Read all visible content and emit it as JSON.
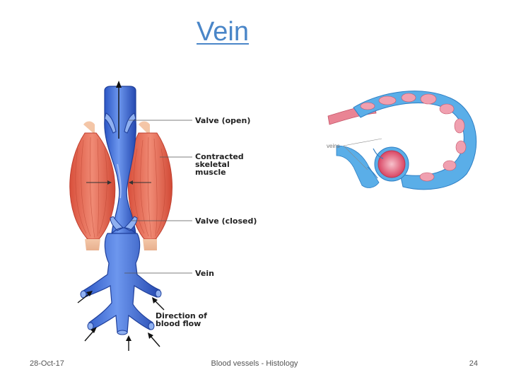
{
  "slide": {
    "title": "Vein"
  },
  "diagram_main": {
    "labels": {
      "valve_open": "Valve (open)",
      "contracted_line1": "Contracted",
      "contracted_line2": "skeletal",
      "contracted_line3": "muscle",
      "valve_closed": "Valve (closed)",
      "vein": "Vein",
      "direction_line1": "Direction of",
      "direction_line2": "blood flow"
    }
  },
  "diagram_inset": {
    "labels": {
      "veins": "veins"
    }
  },
  "footer": {
    "date": "28-Oct-17",
    "center": "Blood vessels - Histology",
    "page": "24"
  },
  "colors": {
    "title": "#4a86c8",
    "vein_blue": "#3d6fd6",
    "vein_dark": "#1f4aa8",
    "muscle_red": "#e0604c",
    "inset_blue": "#5aaee8",
    "artery_pink": "#e86a7a"
  }
}
